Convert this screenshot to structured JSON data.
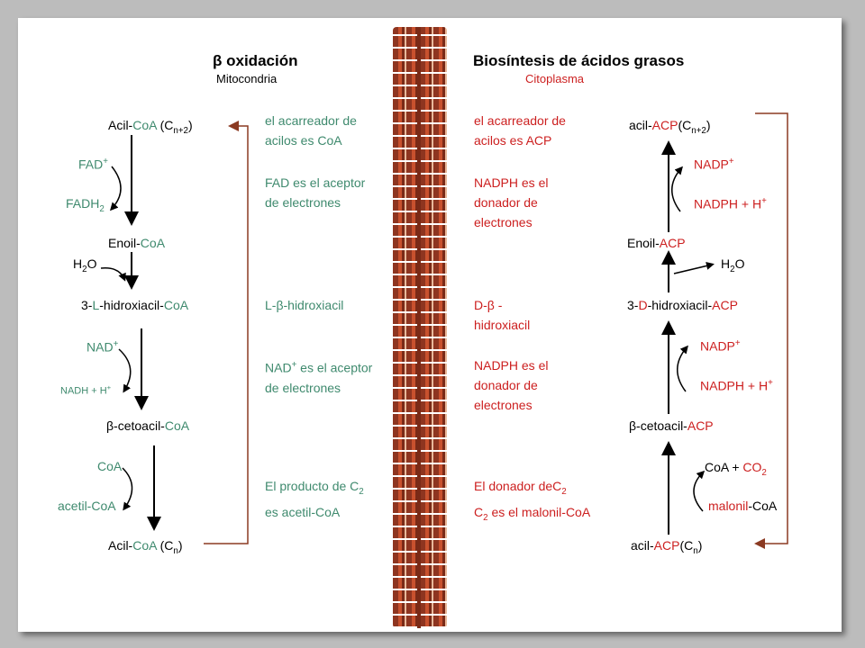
{
  "left": {
    "title_symbol": "β",
    "title": "oxidación",
    "subtitle": "Mitocondria",
    "acilcoa_top": {
      "a": "Acil-",
      "b": "CoA",
      "c": " (C",
      "sub": "n+2",
      "d": ")"
    },
    "fad_plus": "FAD",
    "fad_sup": "+",
    "fadh2": "FADH",
    "fadh2_sub": "2",
    "enoil": {
      "a": "Enoil-",
      "b": "CoA"
    },
    "h2o": {
      "a": "H",
      "sub": "2",
      "b": "O"
    },
    "hidroxiacil": {
      "a": "3-",
      "b": "L",
      "c": "-hidroxiacil-",
      "d": "CoA"
    },
    "nad_plus": "NAD",
    "nad_sup": "+",
    "nadh": "NADH + H",
    "nadh_sup": "+",
    "cetoacil": {
      "a": "β-cetoacil-",
      "b": "CoA"
    },
    "coa": "CoA",
    "acetilcoa": "acetil-CoA",
    "acilcoa_bottom": {
      "a": "Acil-",
      "b": "CoA",
      "c": " (C",
      "sub": "n",
      "d": ")"
    }
  },
  "middle_left": {
    "item1": "el acarreador de\nacilos es CoA",
    "item2": "FAD es el aceptor\nde electrones",
    "item3": "L-β-hidroxiacil",
    "item4_a": "NAD",
    "item4_sup": "+",
    "item4_b": " es el aceptor\nde electrones",
    "item5_a": "El producto de C",
    "item5_sub": "2",
    "item5_b": "\nes acetil-CoA"
  },
  "middle_right": {
    "item1": "el acarreador de\nacilos es ACP",
    "item2": "NADPH es el\ndonador de\nelectrones",
    "item3": "D-β -\nhidroxiacil",
    "item4": "NADPH es el\ndonador de\nelectrones",
    "item5_a": "El donador deC",
    "item5_sub": "2",
    "item5_b": "C",
    "item5_sub2": "2",
    "item5_c": " es el malonil-CoA"
  },
  "right": {
    "title": "Biosíntesis de ácidos grasos",
    "subtitle": "Citoplasma",
    "acilacp_top": {
      "a": "acil-",
      "b": "ACP",
      "c": "(C",
      "sub": "n+2",
      "d": ")"
    },
    "nadp_plus_1": "NADP",
    "nadp_sup": "+",
    "nadph_1": "NADPH + H",
    "nadph_sup": "+",
    "enoil": {
      "a": "Enoil-",
      "b": "ACP"
    },
    "h2o": {
      "a": "H",
      "sub": "2",
      "b": "O"
    },
    "hidroxiacil": {
      "a": "3-",
      "b": "D",
      "c": "-hidroxiacil-",
      "d": "ACP"
    },
    "nadp_plus_2": "NADP",
    "nadph_2": "NADPH + H",
    "cetoacil": {
      "a": "β-cetoacil-",
      "b": "ACP"
    },
    "coa_co2": {
      "a": "CoA + ",
      "b": "CO",
      "sub": "2"
    },
    "malonil": {
      "a": "malonil",
      "b": "-CoA"
    },
    "acilacp_bottom": {
      "a": "acil-",
      "b": "ACP",
      "c": "(C",
      "sub": "n",
      "d": ")"
    }
  },
  "colors": {
    "green": "#3f8a6e",
    "red": "#cc1f1f",
    "cycle_line": "#8b3a22"
  }
}
